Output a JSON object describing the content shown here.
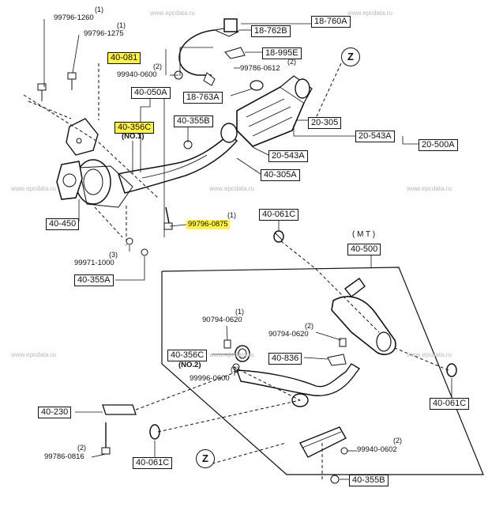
{
  "watermark": "www.epcdata.ru",
  "colors": {
    "highlight": "#fff24a",
    "ink": "#111111",
    "watermark": "#b8b8b8"
  },
  "labels": {
    "p_18_760A": "18-760A",
    "p_18_762B": "18-762B",
    "p_18_995E": "18-995E",
    "p_99786_0612": "99786-0612",
    "p_18_763A": "18-763A",
    "p_40_081": "40-081",
    "p_99940_0600": "99940-0600",
    "p_99796_1260": "99796-1260",
    "p_99796_1275": "99796-1275",
    "p_40_050A": "40-050A",
    "p_40_356C_top": "40-356C",
    "no1": "(NO.1)",
    "p_40_355B_top": "40-355B",
    "p_20_305": "20-305",
    "p_20_543A_r": "20-543A",
    "p_20_500A": "20-500A",
    "p_20_543A_b": "20-543A",
    "p_40_305A": "40-305A",
    "p_40_450": "40-450",
    "p_99796_0875": "99796-0875",
    "p_40_061C_top": "40-061C",
    "mt": "( M T )",
    "p_40_500": "40-500",
    "p_99971_1000": "99971-1000",
    "p_40_355A": "40-355A",
    "p_90794_0620_a": "90794-0620",
    "p_90794_0620_b": "90794-0620",
    "p_40_356C_bot": "40-356C",
    "no2": "(NO.2)",
    "p_99996_0600": "99996-0600",
    "p_40_836": "40-836",
    "p_40_230": "40-230",
    "p_40_061C_right": "40-061C",
    "p_99786_0816": "99786-0816",
    "p_40_061C_bot": "40-061C",
    "p_99940_0602": "99940-0602",
    "p_40_355B_bot": "40-355B",
    "z_top": "Z",
    "z_bot": "Z"
  },
  "quantities": {
    "q_99796_1260": "(1)",
    "q_99796_1275": "(1)",
    "q_99940_0600": "(2)",
    "q_99786_0612": "(2)",
    "q_99796_0875": "(1)",
    "q_99971_1000": "(3)",
    "q_90794_0620_a": "(1)",
    "q_90794_0620_b": "(2)",
    "q_99996_0600": "(1)",
    "q_99786_0816": "(2)",
    "q_99940_0602": "(2)"
  },
  "highlighted_parts": [
    "40-081",
    "40-356C",
    "99796-0875"
  ]
}
